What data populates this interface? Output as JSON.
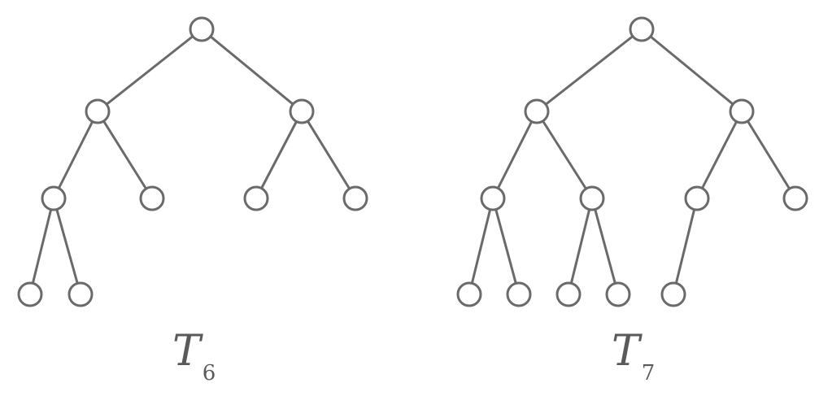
{
  "trees": [
    {
      "name": "T",
      "subscript": "6",
      "edges": [
        [
          "root",
          "l"
        ],
        [
          "root",
          "r"
        ],
        [
          "l",
          "ll"
        ],
        [
          "l",
          "lr"
        ],
        [
          "r",
          "rl"
        ],
        [
          "r",
          "rr"
        ],
        [
          "ll",
          "lll"
        ],
        [
          "ll",
          "llr"
        ]
      ]
    },
    {
      "name": "T",
      "subscript": "7",
      "edges": [
        [
          "root",
          "l"
        ],
        [
          "root",
          "r"
        ],
        [
          "l",
          "ll"
        ],
        [
          "l",
          "lr"
        ],
        [
          "r",
          "rl"
        ],
        [
          "r",
          "rr"
        ],
        [
          "ll",
          "lll"
        ],
        [
          "ll",
          "llr"
        ],
        [
          "lr",
          "lrl"
        ],
        [
          "lr",
          "lrr"
        ],
        [
          "rl",
          "rll"
        ]
      ]
    }
  ]
}
